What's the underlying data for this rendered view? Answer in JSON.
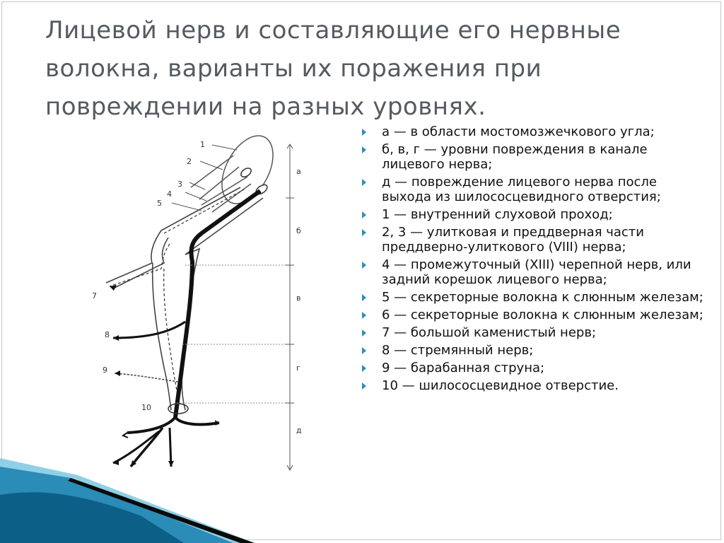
{
  "title": "Лицевой нерв и составляющие его нервные волокна, варианты их поражения при повреждении на разных уровнях.",
  "bullets": [
    "а — в области мостомозжечкового угла;",
    "б, в, г — уровни повреждения в канале лицевого нерва;",
    "д — повреждение лицевого нерва после выхода из шилососцевидного отверстия;",
    "1 — внутренний слуховой проход;",
    "2, 3 — улитковая и преддверная части преддверно-улиткового (VIII) нерва;",
    "4 — промежуточный (XIII) черепной нерв, или задний корешок лицевого нерва;",
    " 5 — секреторные волокна к слюнным железам;",
    "6 — секреторные волокна к слюнным железам;",
    "7 — большой каменистый нерв;",
    " 8 — стремянный нерв;",
    " 9 — барабанная струна;",
    "10 — шилососцевидное отверстие."
  ],
  "diagram": {
    "number_labels": [
      "1",
      "2",
      "3",
      "4",
      "5",
      "7",
      "8",
      "9",
      "10"
    ],
    "level_labels": [
      "а",
      "б",
      "в",
      "г",
      "д"
    ]
  },
  "colors": {
    "title": "#555b60",
    "bullet_marker": "#2e8fb8",
    "wave_light": "#8fd0e6",
    "wave_mid": "#2a8cb7",
    "wave_dark": "#0c5f86"
  }
}
